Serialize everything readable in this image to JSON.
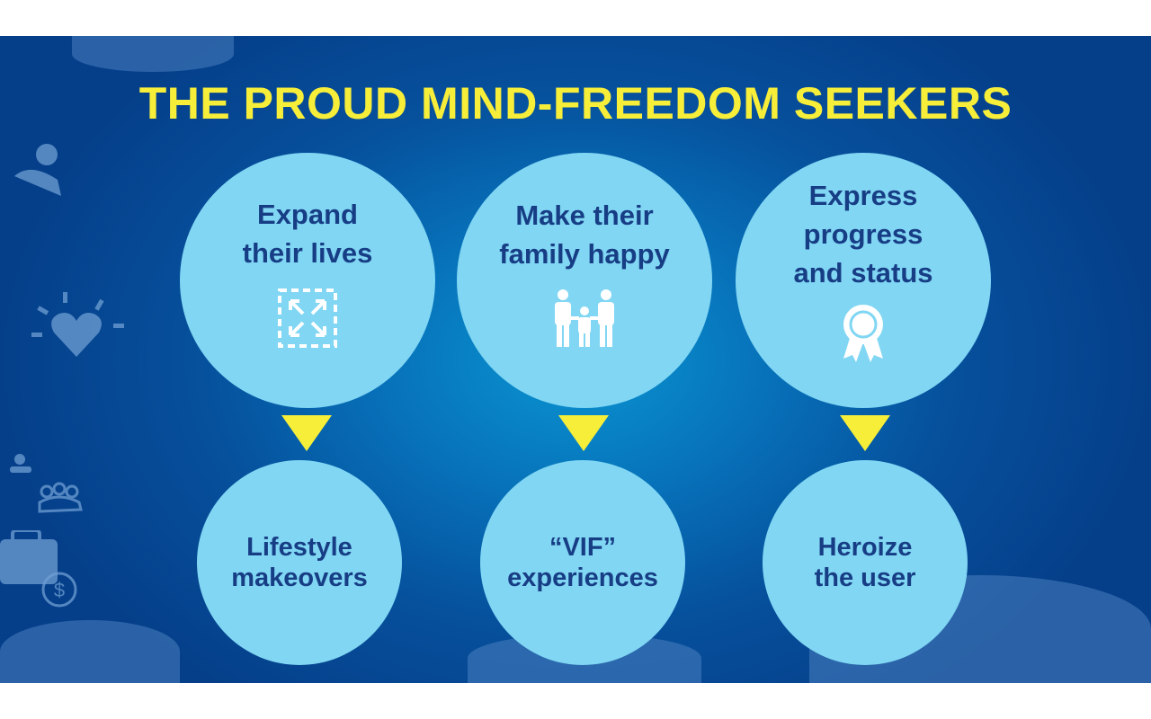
{
  "title": "THE PROUD MIND-FREEDOM SEEKERS",
  "columns": [
    {
      "top_text": [
        "Expand",
        "their lives"
      ],
      "icon": "expand-arrows-icon",
      "bottom_text": [
        "Lifestyle",
        "makeovers"
      ]
    },
    {
      "top_text": [
        "Make their",
        "family happy"
      ],
      "icon": "family-icon",
      "bottom_text": [
        "“VIF”",
        "experiences"
      ]
    },
    {
      "top_text": [
        "Express",
        "progress",
        "and status"
      ],
      "icon": "award-ribbon-icon",
      "bottom_text": [
        "Heroize",
        "the user"
      ]
    }
  ],
  "colors": {
    "title": "#f7ee3a",
    "circle": "#80d6f3",
    "circle_text": "#173d85",
    "arrow": "#f7ee3a"
  }
}
